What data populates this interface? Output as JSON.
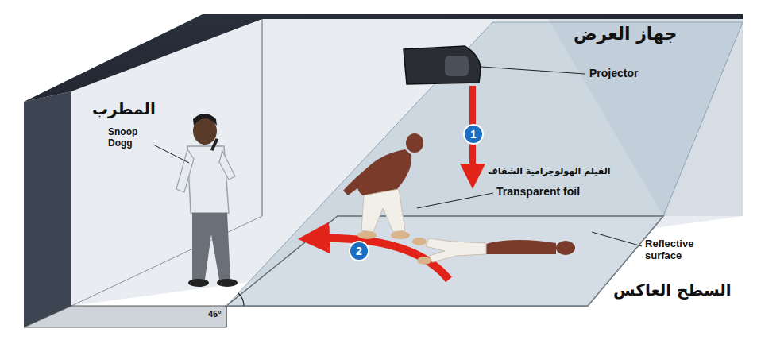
{
  "diagram": {
    "labels": [
      "جهاز العرض",
      "Projector",
      "المطرب",
      "Snoop Dogg",
      "الفيلم الهولوجرامية الشفاف",
      "Transparent foil",
      "Reflective surface",
      "السطح العاكس",
      "1",
      "2",
      "45°"
    ]
  }
}
